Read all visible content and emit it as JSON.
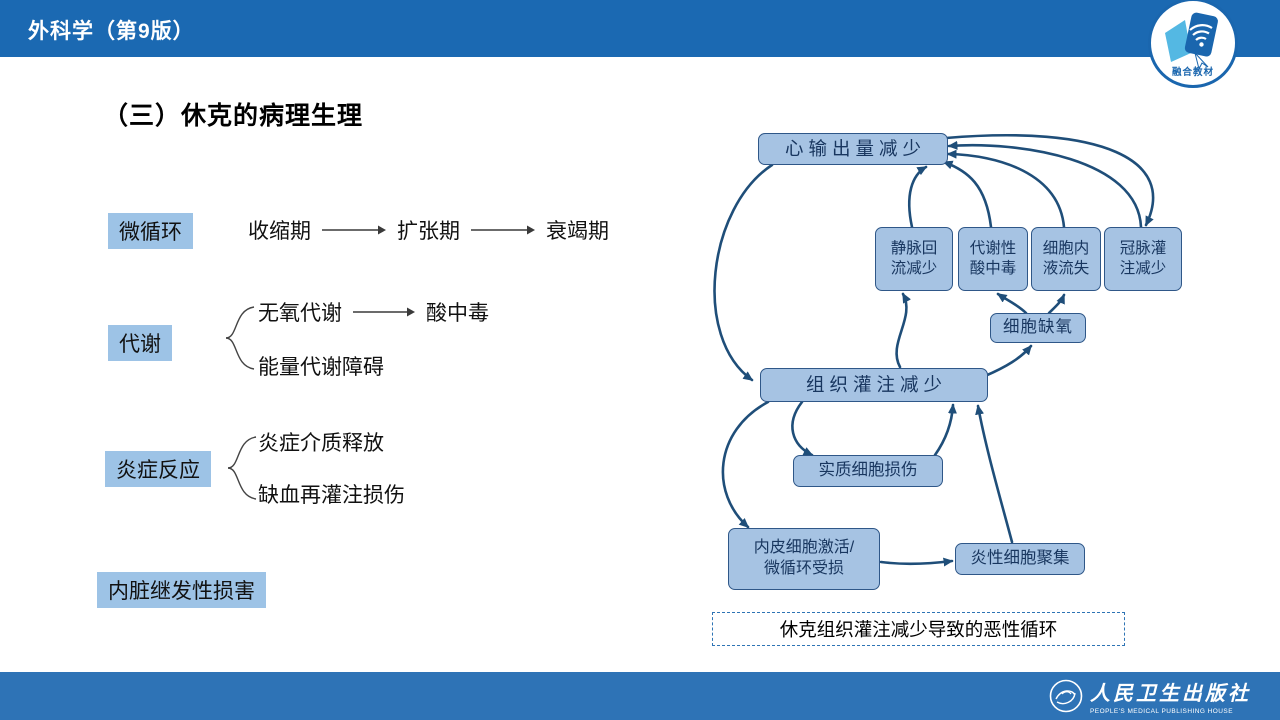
{
  "header": {
    "title": "外科学（第9版）",
    "badge_text": "融合教材"
  },
  "page_title": "（三）休克的病理生理",
  "outline": {
    "microcirculation": {
      "label": "微循环",
      "stages": [
        "收缩期",
        "扩张期",
        "衰竭期"
      ]
    },
    "metabolism": {
      "label": "代谢",
      "anaerobic": "无氧代谢",
      "acidosis": "酸中毒",
      "energy": "能量代谢障碍"
    },
    "inflammation": {
      "label": "炎症反应",
      "mediator": "炎症介质释放",
      "ischemia": "缺血再灌注损伤"
    },
    "visceral": {
      "label": "内脏继发性损害"
    }
  },
  "diagram": {
    "nodes": {
      "cardiac_output": "心输出量减少",
      "venous_return": [
        "静脉回",
        "流减少"
      ],
      "metabolic_acidosis": [
        "代谢性",
        "酸中毒"
      ],
      "intracellular_fluid_loss": [
        "细胞内",
        "液流失"
      ],
      "coronary_perfusion": [
        "冠脉灌",
        "注减少"
      ],
      "cell_hypoxia": "细胞缺氧",
      "tissue_perfusion": "组织灌注减少",
      "parenchymal_cell_injury": "实质细胞损伤",
      "endothelial_activation": [
        "内皮细胞激活/",
        "微循环受损"
      ],
      "inflammatory_cell_aggregation": "炎性细胞聚集"
    },
    "caption": "休克组织灌注减少导致的恶性循环"
  },
  "footer": {
    "publisher_cn": "人民卫生出版社",
    "publisher_en": "PEOPLE'S MEDICAL PUBLISHING HOUSE"
  },
  "colors": {
    "header_blue": "#1B69B2",
    "footer_blue": "#2E73B6",
    "chip_blue": "#9DC3E6",
    "node_fill": "#A6C3E3",
    "node_border": "#2F5788",
    "arrow": "#1F4E79"
  }
}
